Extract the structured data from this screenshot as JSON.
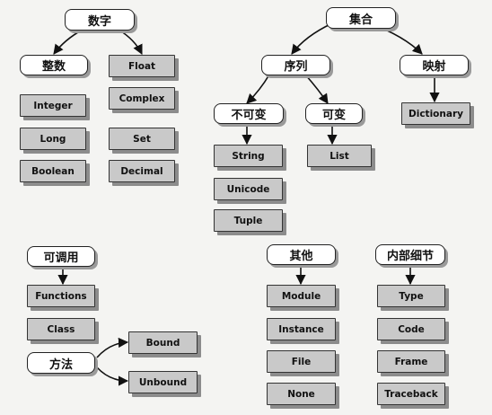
{
  "nodes": {
    "number": "数字",
    "integer_group": "整数",
    "integer": "Integer",
    "long": "Long",
    "boolean": "Boolean",
    "float": "Float",
    "complex": "Complex",
    "set": "Set",
    "decimal": "Decimal",
    "collection": "集合",
    "sequence": "序列",
    "immutable": "不可变",
    "string": "String",
    "unicode": "Unicode",
    "tuple": "Tuple",
    "mutable": "可变",
    "list": "List",
    "mapping": "映射",
    "dictionary": "Dictionary",
    "callable": "可调用",
    "functions": "Functions",
    "class": "Class",
    "method": "方法",
    "bound": "Bound",
    "unbound": "Unbound",
    "other": "其他",
    "module": "Module",
    "instance": "Instance",
    "file": "File",
    "none": "None",
    "internals": "内部细节",
    "type": "Type",
    "code": "Code",
    "frame": "Frame",
    "traceback": "Traceback"
  }
}
